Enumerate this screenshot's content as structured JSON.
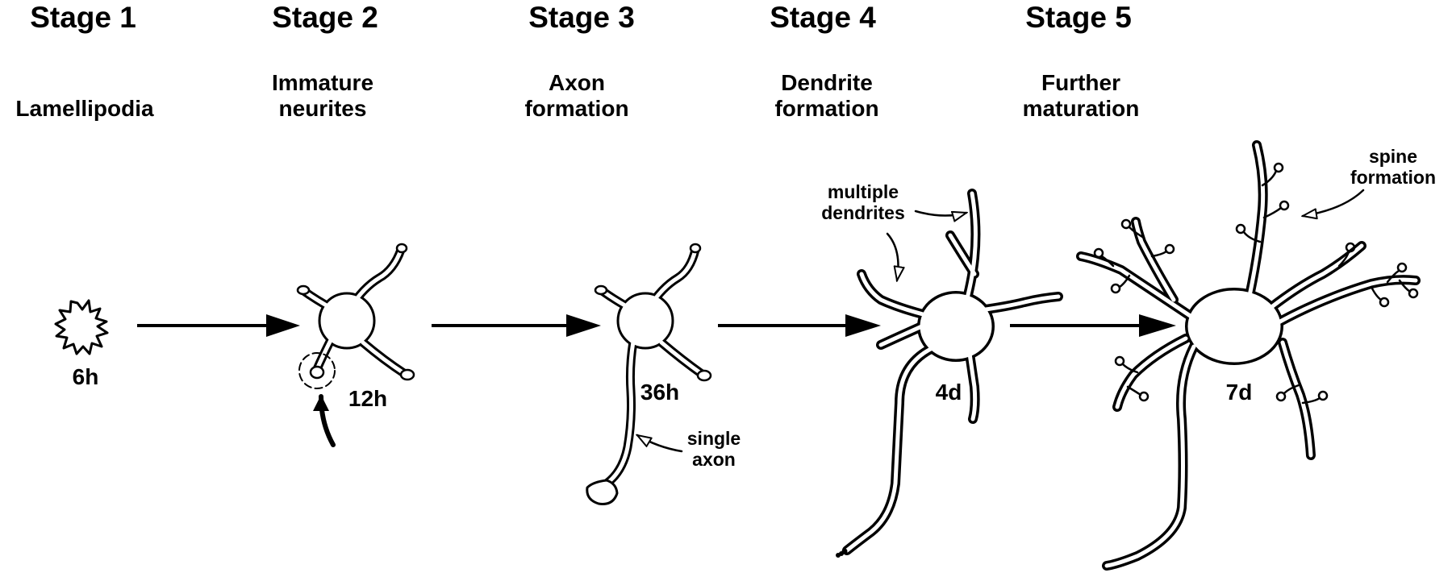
{
  "stages": [
    {
      "title": "Stage 1",
      "subtitle": [
        "Lamellipodia"
      ],
      "time": "6h"
    },
    {
      "title": "Stage 2",
      "subtitle": [
        "Immature",
        "neurites"
      ],
      "time": "12h"
    },
    {
      "title": "Stage 3",
      "subtitle": [
        "Axon",
        "formation"
      ],
      "time": "36h"
    },
    {
      "title": "Stage 4",
      "subtitle": [
        "Dendrite",
        "formation"
      ],
      "time": "4d"
    },
    {
      "title": "Stage 5",
      "subtitle": [
        "Further",
        "maturation"
      ],
      "time": "7d"
    }
  ],
  "annotations": {
    "single_axon": [
      "single",
      "axon"
    ],
    "multiple_dendrites": [
      "multiple",
      "dendrites"
    ],
    "spine_formation": [
      "spine",
      "formation"
    ]
  },
  "colors": {
    "ink": "#000000",
    "background": "#ffffff"
  }
}
